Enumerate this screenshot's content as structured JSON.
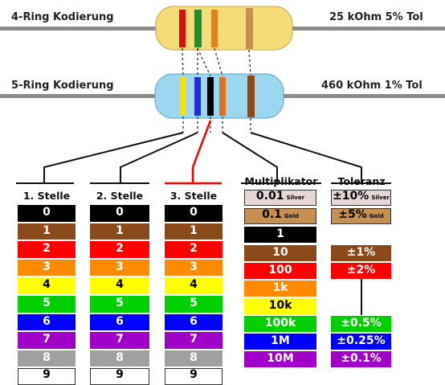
{
  "resistor4": {
    "label": "4-Ring Kodierung",
    "value": "25 kOhm  5% Tol"
  },
  "resistor5": {
    "label": "5-Ring Kodierung",
    "value": "460 kOhm  1% Tol"
  },
  "columns": [
    {
      "title": "1. Stelle"
    },
    {
      "title": "2. Stelle"
    },
    {
      "title": "3. Stelle"
    },
    {
      "title": "Multiplikator"
    },
    {
      "title": "Toleranz"
    }
  ],
  "digits": [
    "0",
    "1",
    "2",
    "3",
    "4",
    "5",
    "6",
    "7",
    "8",
    "9"
  ],
  "multiplier": [
    {
      "text": "0.01",
      "note": "Silver"
    },
    {
      "text": "0.1",
      "note": "Gold"
    },
    {
      "text": "1",
      "note": ""
    },
    {
      "text": "10",
      "note": ""
    },
    {
      "text": "100",
      "note": ""
    },
    {
      "text": "1k",
      "note": ""
    },
    {
      "text": "10k",
      "note": ""
    },
    {
      "text": "100k",
      "note": ""
    },
    {
      "text": "1M",
      "note": ""
    },
    {
      "text": "10M",
      "note": ""
    }
  ],
  "tolerance": [
    {
      "text": "±10%",
      "note": "Silver"
    },
    {
      "text": "±5%",
      "note": "Gold"
    },
    {
      "text": "±1%",
      "note": ""
    },
    {
      "text": "±2%",
      "note": ""
    },
    {
      "text": "±0.5%",
      "note": ""
    },
    {
      "text": "±0.25%",
      "note": ""
    },
    {
      "text": "±0.1%",
      "note": ""
    }
  ],
  "colors": {
    "black": "#000000",
    "brown": "#8b4a1a",
    "red": "#ff0000",
    "orange": "#ff8a00",
    "yellow": "#ffff00",
    "green": "#00d000",
    "blue": "#0000ff",
    "violet": "#a000c8",
    "grey": "#a0a0a0",
    "white": "#ffffff",
    "silver": "#e6d6d6",
    "gold": "#c89050",
    "resistor4_body": "#f5dc78",
    "resistor5_body": "#9cd7f0",
    "highlight_line": "#ff0000"
  }
}
